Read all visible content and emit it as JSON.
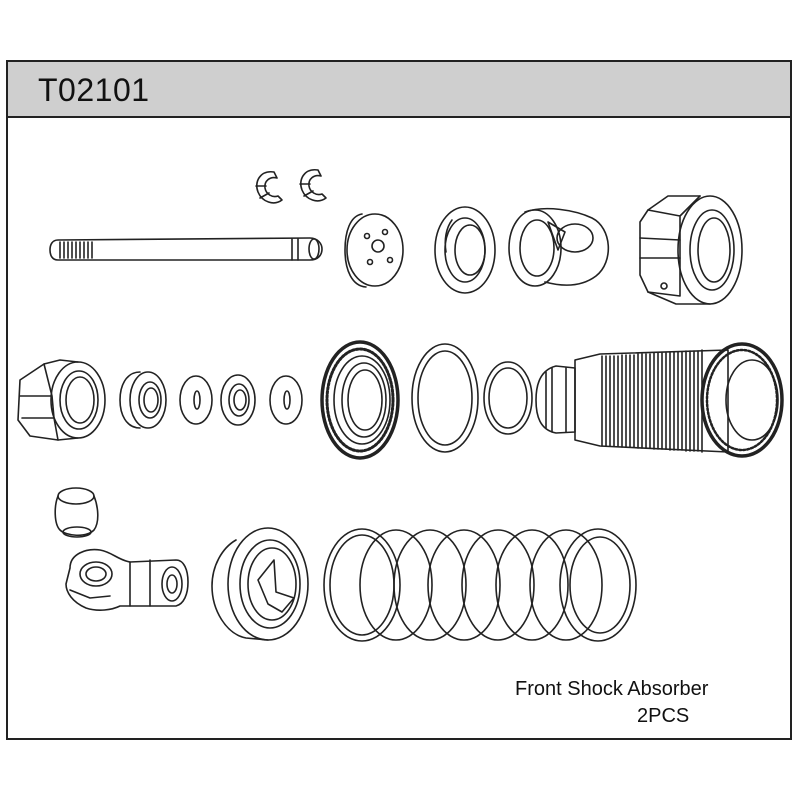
{
  "header": {
    "part_code": "T02101"
  },
  "caption": {
    "title": "Front Shock Absorber",
    "quantity": "2PCS"
  },
  "colors": {
    "header_bg": "#cfcfcf",
    "border": "#222222",
    "line": "#222222"
  },
  "parts": [
    {
      "icon": "e-clip-icon"
    },
    {
      "icon": "shock-shaft-icon"
    },
    {
      "icon": "piston-icon"
    },
    {
      "icon": "spring-cup-icon"
    },
    {
      "icon": "shock-end-icon"
    },
    {
      "icon": "shock-cap-icon"
    },
    {
      "icon": "bottom-cap-icon"
    },
    {
      "icon": "bushing-icon"
    },
    {
      "icon": "washer-icon"
    },
    {
      "icon": "o-ring-icon"
    },
    {
      "icon": "adjuster-nut-icon"
    },
    {
      "icon": "shock-body-icon"
    },
    {
      "icon": "pivot-ball-icon"
    },
    {
      "icon": "rod-end-icon"
    },
    {
      "icon": "lower-spring-retainer-icon"
    },
    {
      "icon": "coil-spring-icon"
    }
  ]
}
